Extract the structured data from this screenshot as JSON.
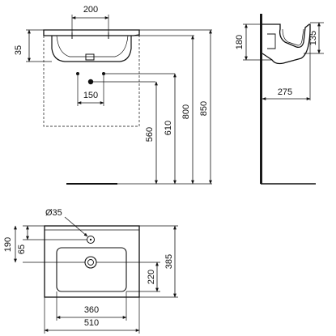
{
  "front_view": {
    "dim_tap_holes": "200",
    "dim_rim_height": "35",
    "dim_wall_holes": "150",
    "dim_560": "560",
    "dim_610": "610",
    "dim_800": "800",
    "dim_850": "850"
  },
  "side_view": {
    "dim_180": "180",
    "dim_135": "135",
    "dim_275": "275"
  },
  "plan_view": {
    "dim_tap_hole_diameter": "Ø35",
    "dim_190": "190",
    "dim_65": "65",
    "dim_220": "220",
    "dim_385": "385",
    "dim_360": "360",
    "dim_510": "510"
  },
  "colors": {
    "line": "#111111",
    "dashed": "#444444",
    "fill_dark": "#1a1a1a"
  }
}
